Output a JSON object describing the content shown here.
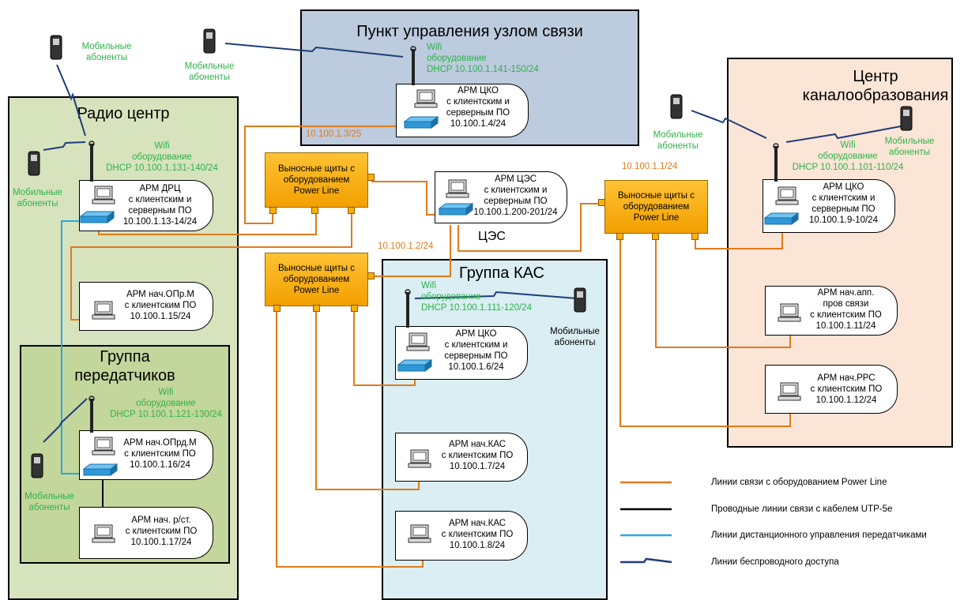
{
  "zones": {
    "control_point": {
      "title": "Пункт управления узлом связи",
      "color": "#bccbdd"
    },
    "radio_center": {
      "title": "Радио центр",
      "color": "#d7e3bd"
    },
    "transmitters": {
      "title": "Группа\nпередатчиков",
      "color": "#c3d69b"
    },
    "channel_center": {
      "title": "Центр\nканалообразования",
      "color": "#fbe5d6"
    },
    "kas_group": {
      "title": "Группа КАС",
      "color": "#daeef3"
    },
    "ces_label": "ЦЭС"
  },
  "nodes": {
    "cko_top": "АРМ ЦКО\nс клиентским и\nсерверным ПО\n10.100.1.4/24",
    "drc": "АРМ ДРЦ\nс клиентским и\nсерверным ПО\n10.100.1.13-14/24",
    "opr": "АРМ нач.ОПр.М\nс клиентским ПО\n10.100.1.15/24",
    "oprd": "АРМ нач.ОПрд.М\nс клиентским ПО\n10.100.1.16/24",
    "rst": "АРМ нач. р/ст.\nс клиентским ПО\n10.100.1.17/24",
    "ces": "АРМ ЦЭС\nс клиентским и\nсерверным ПО\n10.100.1.200-201/24",
    "cko_kas": "АРМ ЦКО\nс клиентским и\nсерверным ПО\n10.100.1.6/24",
    "kas7": "АРМ нач.КАС\nс клиентским ПО\n10.100.1.7/24",
    "kas8": "АРМ нач.КАС\nс клиентским ПО\n10.100.1.8/24",
    "cko_right": "АРМ ЦКО\nс клиентским и\nсерверным ПО\n10.100.1.9-10/24",
    "app": "АРМ нач.апп.\nпров связи\nс клиентским ПО\n10.100.1.11/24",
    "rrs": "АРМ нач.РРС\nс клиентским ПО\n10.100.1.12/24"
  },
  "powerline": {
    "box1": "Выносные щиты с\nоборудованием\nPower Line",
    "box2": "Выносные щиты с\nоборудованием\nPower Line",
    "box3": "Выносные щиты с\nоборудованием\nPower Line"
  },
  "wifi": {
    "top": "Wifi\nоборудование\nDHCP 10.100.1.141-150/24",
    "radio": "Wifi\nоборудование\nDHCP 10.100.1.131-140/24",
    "trans": "Wifi\nоборудование\nDHCP 10.100.1.121-130/24",
    "kas": "Wifi\nоборудование\nDHCP 10.100.1.111-120/24",
    "right": "Wifi\nоборудование\nDHCP 10.100.1.101-110/24"
  },
  "mobile": "Мобильные\nабоненты",
  "ip_labels": {
    "a": "10.100.1.3/25",
    "b": "10.100.1.1/24",
    "c": "10.100.1.2/24"
  },
  "legend": [
    {
      "text": "Линии связи с оборудованием Power Line",
      "color": "#e07b1a"
    },
    {
      "text": "Проводные линии связи с кабелем UTP-5e",
      "color": "#000000"
    },
    {
      "text": "Линии дистанционного управления передатчиками",
      "color": "#2aa7e0"
    },
    {
      "text": "Линии беспроводного доступа",
      "color": "#1f3d7a"
    }
  ],
  "colors": {
    "powerline": "#e07b1a",
    "utp": "#000000",
    "remote": "#2aa7e0",
    "wireless": "#1f3d7a",
    "wifi_text": "#2db34a"
  }
}
